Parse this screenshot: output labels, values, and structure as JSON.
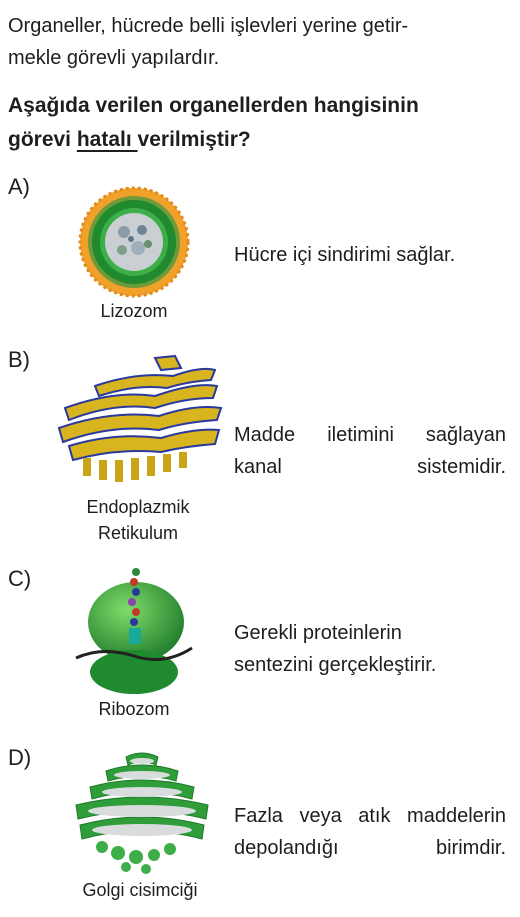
{
  "intro": {
    "line1": "Organeller, hücrede belli işlevleri yerine getir-",
    "line2": "mekle görevli yapılardır."
  },
  "question": {
    "line1": "Aşağıda verilen organellerden hangisinin",
    "line2_before": "görevi ",
    "underlined": "hatalı ",
    "line2_after": "verilmiştir?"
  },
  "options": [
    {
      "letter": "A)",
      "caption": [
        "Lizozom"
      ],
      "desc": [
        "Hücre içi sindirimi sağlar."
      ],
      "icon": "lysosome-illustration"
    },
    {
      "letter": "B)",
      "caption": [
        "Endoplazmik",
        "Retikulum"
      ],
      "desc": [
        "Madde iletimini sağlayan",
        "kanal sistemidir."
      ],
      "icon": "endoplasmic-reticulum-illustration"
    },
    {
      "letter": "C)",
      "caption": [
        "Ribozom"
      ],
      "desc": [
        "Gerekli proteinlerin",
        "sentezini gerçekleştirir."
      ],
      "icon": "ribosome-illustration"
    },
    {
      "letter": "D)",
      "caption": [
        "Golgi cisimciği"
      ],
      "desc": [
        "Fazla veya atık maddelerin",
        "depolandığı birimdir."
      ],
      "icon": "golgi-illustration"
    }
  ],
  "colors": {
    "text": "#1e1e1e",
    "green": "#2f9e3a",
    "orange": "#f0a12a",
    "yellow": "#e3c020",
    "blue": "#2a3a9c"
  }
}
